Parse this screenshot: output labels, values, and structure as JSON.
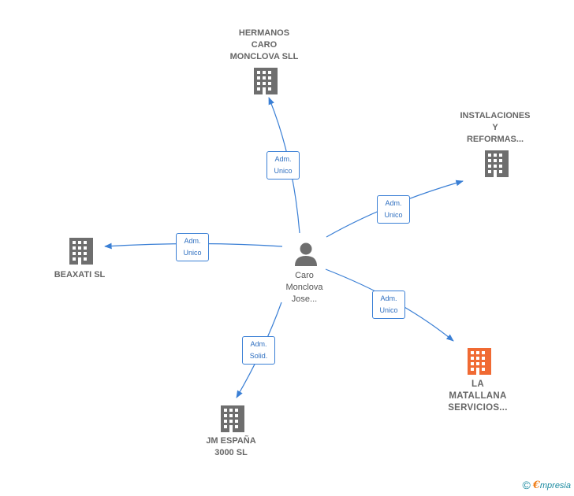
{
  "colors": {
    "edge": "#3a7fd5",
    "company_icon": "#6e6e6e",
    "highlight_icon": "#f06a33",
    "person_icon": "#6e6e6e"
  },
  "center": {
    "label": "Caro\nMonclova\nJose...",
    "icon": "person-icon"
  },
  "nodes": [
    {
      "id": "hermanos",
      "label": "HERMANOS\nCARO\nMONCLOVA SLL",
      "icon": "building-icon"
    },
    {
      "id": "instalaciones",
      "label": "INSTALACIONES\nY\nREFORMAS...",
      "icon": "building-icon"
    },
    {
      "id": "beaxati",
      "label": "BEAXATI SL",
      "icon": "building-icon"
    },
    {
      "id": "jm",
      "label": "JM ESPAÑA\n3000 SL",
      "icon": "building-icon"
    },
    {
      "id": "matallana",
      "label": "LA\nMATALLANA\nSERVICIOS...",
      "icon": "building-icon-highlighted"
    }
  ],
  "edges": [
    {
      "to": "hermanos",
      "label": "Adm.\nUnico"
    },
    {
      "to": "instalaciones",
      "label": "Adm.\nUnico"
    },
    {
      "to": "beaxati",
      "label": "Adm.\nUnico"
    },
    {
      "to": "jm",
      "label": "Adm.\nSolid."
    },
    {
      "to": "matallana",
      "label": "Adm.\nUnico"
    }
  ],
  "footer": {
    "copyright": "©",
    "brand_first": "€",
    "brand_rest": "mpresia"
  }
}
